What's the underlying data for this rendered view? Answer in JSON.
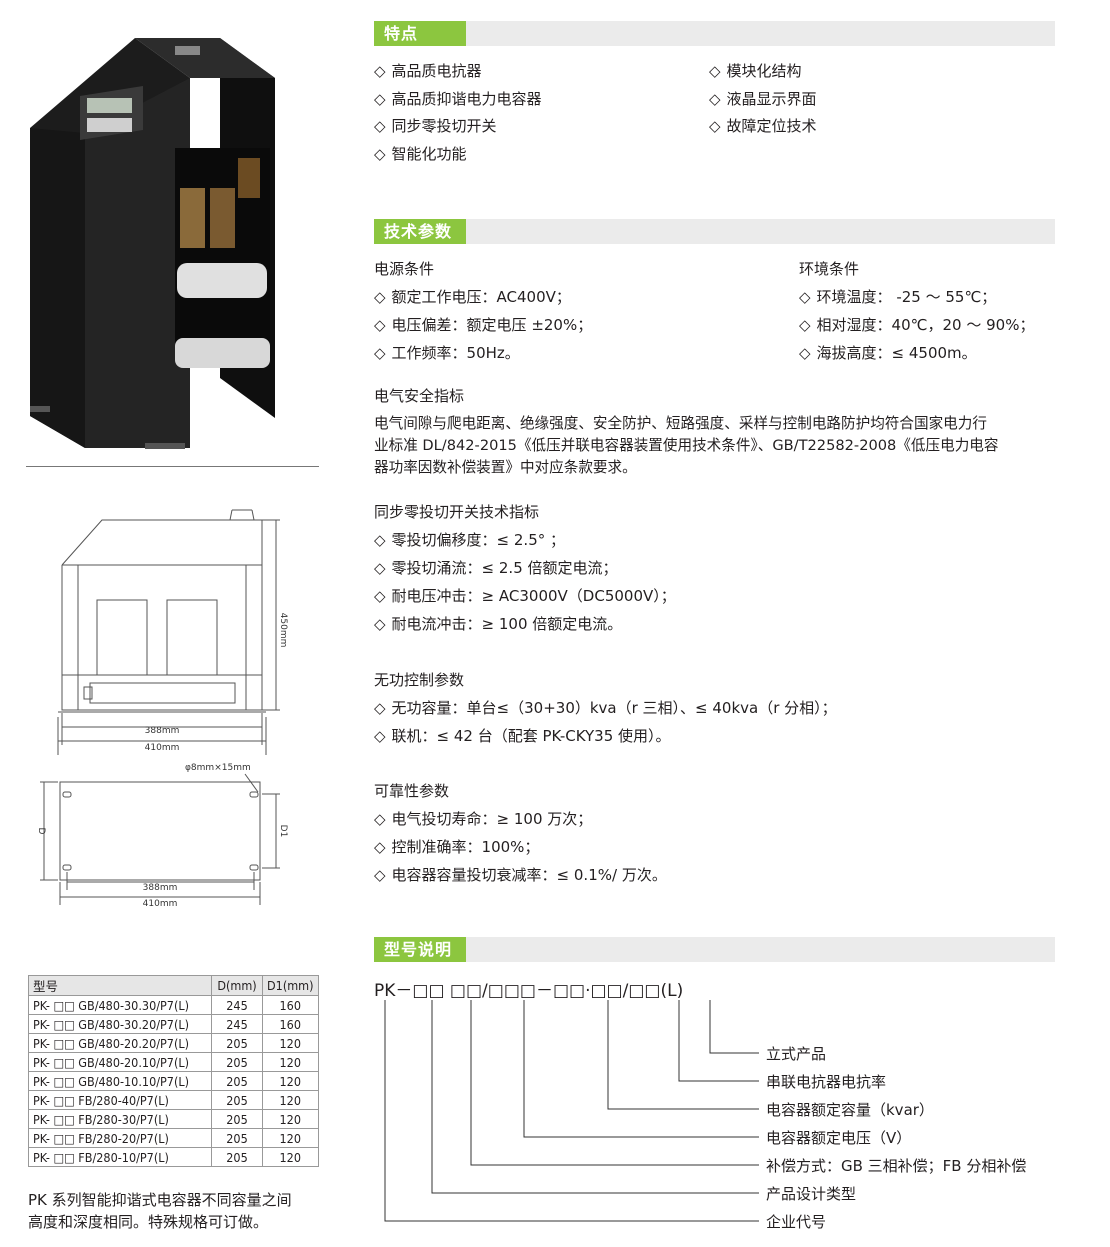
{
  "features": {
    "title": "特点",
    "col1": [
      "高品质电抗器",
      "高品质抑谐电力电容器",
      "同步零投切开关",
      "智能化功能"
    ],
    "col2": [
      "模块化结构",
      "液晶显示界面",
      "故障定位技术"
    ]
  },
  "tech": {
    "title": "技术参数",
    "power": {
      "heading": "电源条件",
      "items": [
        "额定工作电压：AC400V；",
        "电压偏差：额定电压 ±20%；",
        "工作频率：50Hz。"
      ]
    },
    "env": {
      "heading": "环境条件",
      "items": [
        "环境温度： -25 ～ 55℃；",
        "相对湿度：40℃，20 ～ 90%；",
        "海拔高度：≤ 4500m。"
      ]
    },
    "safety": {
      "heading": "电气安全指标",
      "lines": [
        "电气间隙与爬电距离、绝缘强度、安全防护、短路强度、采样与控制电路防护均符合国家电力行",
        "业标准 DL/842-2015《低压并联电容器装置使用技术条件》、GB/T22582-2008《低压电力电容",
        "器功率因数补偿装置》中对应条款要求。"
      ]
    },
    "switch": {
      "heading": "同步零投切开关技术指标",
      "items": [
        "零投切偏移度：≤ 2.5° ；",
        "零投切涌流：≤ 2.5 倍额定电流；",
        "耐电压冲击：≥ AC3000V（DC5000V）；",
        "耐电流冲击：≥ 100 倍额定电流。"
      ]
    },
    "reactive": {
      "heading": "无功控制参数",
      "items": [
        "无功容量：单台≤（30+30）kva（r 三相）、≤ 40kva（r 分相）；",
        "联机：≤ 42 台（配套 PK-CKY35 使用）。"
      ]
    },
    "reliability": {
      "heading": "可靠性参数",
      "items": [
        "电气投切寿命：≥ 100 万次；",
        "控制准确率：100%；",
        "电容器容量投切衰减率：≤ 0.1%/ 万次。"
      ]
    }
  },
  "model": {
    "title": "型号说明",
    "code": "PK－□□ □□/□□□－□□·□□/□□(L)",
    "labels": [
      "立式产品",
      "串联电抗器电抗率",
      "电容器额定容量（kvar）",
      "电容器额定电压（V）",
      "补偿方式：GB 三相补偿；FB 分相补偿",
      "产品设计类型",
      "企业代号"
    ]
  },
  "drawing": {
    "height_label": "450mm",
    "inner_width": "388mm",
    "outer_width": "410mm",
    "hole_label": "φ8mm×15mm",
    "d_label": "D",
    "d1_label": "D1"
  },
  "table": {
    "headers": [
      "型号",
      "D(mm)",
      "D1(mm)"
    ],
    "rows": [
      [
        "PK- □□ GB/480-30.30/P7(L)",
        "245",
        "160"
      ],
      [
        "PK- □□ GB/480-30.20/P7(L)",
        "245",
        "160"
      ],
      [
        "PK- □□ GB/480-20.20/P7(L)",
        "205",
        "120"
      ],
      [
        "PK- □□ GB/480-20.10/P7(L)",
        "205",
        "120"
      ],
      [
        "PK- □□ GB/480-10.10/P7(L)",
        "205",
        "120"
      ],
      [
        "PK- □□ FB/280-40/P7(L)",
        "205",
        "120"
      ],
      [
        "PK- □□ FB/280-30/P7(L)",
        "205",
        "120"
      ],
      [
        "PK- □□ FB/280-20/P7(L)",
        "205",
        "120"
      ],
      [
        "PK- □□ FB/280-10/P7(L)",
        "205",
        "120"
      ]
    ]
  },
  "note": [
    "PK 系列智能抑谐式电容器不同容量之间",
    "高度和深度相同。特殊规格可订做。"
  ],
  "colors": {
    "accent": "#8cc63f",
    "bar": "#ebebeb",
    "cabinet": "#1e1e1e"
  }
}
